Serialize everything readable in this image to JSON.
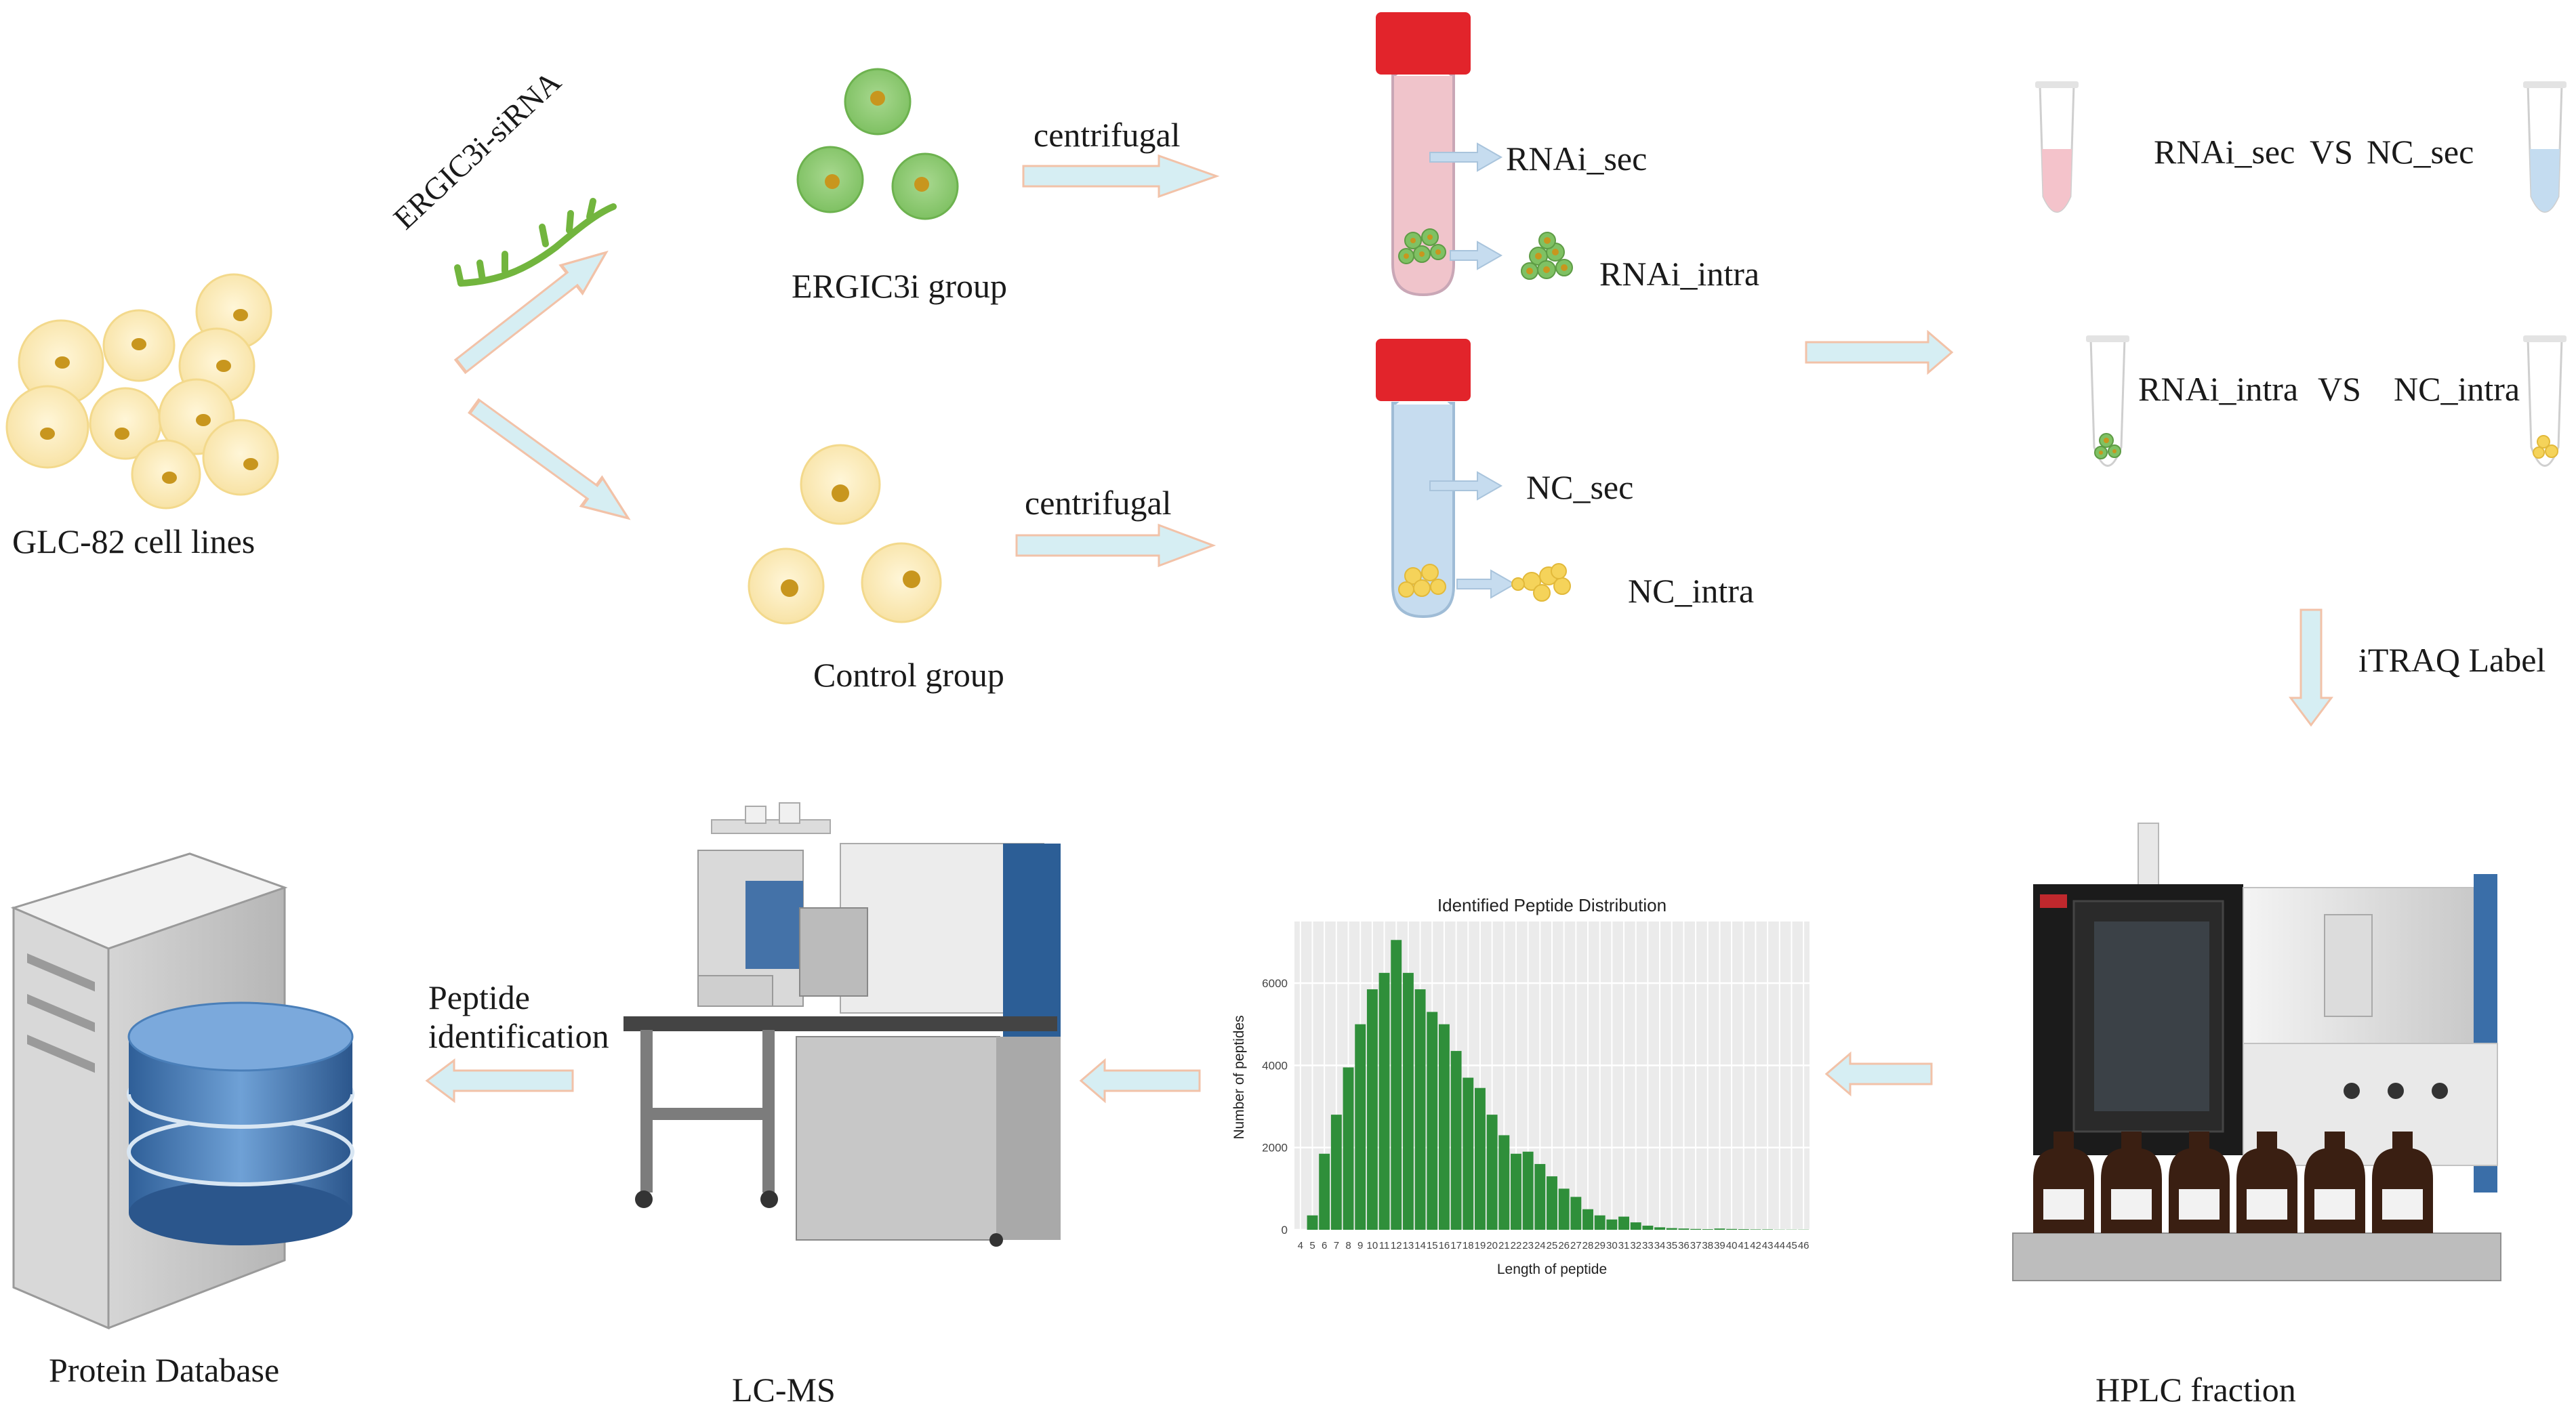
{
  "labels": {
    "glc_cells": "GLC-82 cell lines",
    "sirna": "ERGIC3i-siRNA",
    "ergic_group": "ERGIC3i group",
    "control_group": "Control group",
    "centrifugal_top": "centrifugal",
    "centrifugal_bottom": "centrifugal",
    "rnai_sec": "RNAi_sec",
    "rnai_intra": "RNAi_intra",
    "nc_sec": "NC_sec",
    "nc_intra": "NC_intra",
    "cmp1_left": "RNAi_sec",
    "cmp1_vs": "VS",
    "cmp1_right": "NC_sec",
    "cmp2_left": "RNAi_intra",
    "cmp2_vs": "VS",
    "cmp2_right": "NC_intra",
    "itraq": "iTRAQ Label",
    "hplc": "HPLC fraction",
    "lcms": "LC-MS",
    "protein_db": "Protein Database",
    "peptide_id_line1": "Peptide",
    "peptide_id_line2": "identification"
  },
  "colors": {
    "arrow_fill": "#d6eef3",
    "arrow_stroke": "#f2c2a8",
    "cell_yellow": "#fbeab8",
    "cell_yellow_edge": "#f3d98c",
    "nucleus": "#c8961e",
    "cell_green": "#8dcb74",
    "tube_red_cap": "#e2242b",
    "tube_pink": "#f0c4cb",
    "tube_blue": "#c6dcef",
    "bar_green": "#2f8f3a",
    "db_blue": "#4d82bd"
  },
  "chart_data": {
    "type": "bar",
    "title": "Identified Peptide Distribution",
    "xlabel": "Length of peptide",
    "ylabel": "Number of peptides",
    "ylim": [
      0,
      7500
    ],
    "yticks": [
      0,
      2000,
      4000,
      6000
    ],
    "grid": true,
    "categories": [
      "4",
      "5",
      "6",
      "7",
      "8",
      "9",
      "10",
      "11",
      "12",
      "13",
      "14",
      "15",
      "16",
      "17",
      "18",
      "19",
      "20",
      "21",
      "22",
      "23",
      "24",
      "25",
      "26",
      "27",
      "28",
      "29",
      "30",
      "31",
      "32",
      "33",
      "34",
      "35",
      "36",
      "37",
      "38",
      "39",
      "40",
      "41",
      "42",
      "43",
      "44",
      "45",
      "46"
    ],
    "values": [
      0,
      350,
      1850,
      2800,
      3950,
      5000,
      5850,
      6250,
      7050,
      6250,
      5850,
      5300,
      5000,
      4350,
      3700,
      3450,
      2800,
      2300,
      1850,
      1900,
      1600,
      1300,
      1000,
      800,
      500,
      350,
      250,
      320,
      180,
      100,
      60,
      40,
      30,
      20,
      15,
      30,
      20,
      15,
      10,
      10,
      5,
      5,
      5
    ],
    "series": [
      {
        "values": [
          0,
          350,
          1850,
          2800,
          3950,
          5000,
          5850,
          6250,
          7050,
          6250,
          5850,
          5300,
          5000,
          4350,
          3700,
          3450,
          2800,
          2300,
          1850,
          1900,
          1600,
          1300,
          1000,
          800,
          500,
          350,
          250,
          320,
          180,
          100,
          60,
          40,
          30,
          20,
          15,
          30,
          20,
          15,
          10,
          10,
          5,
          5,
          5
        ]
      }
    ]
  }
}
